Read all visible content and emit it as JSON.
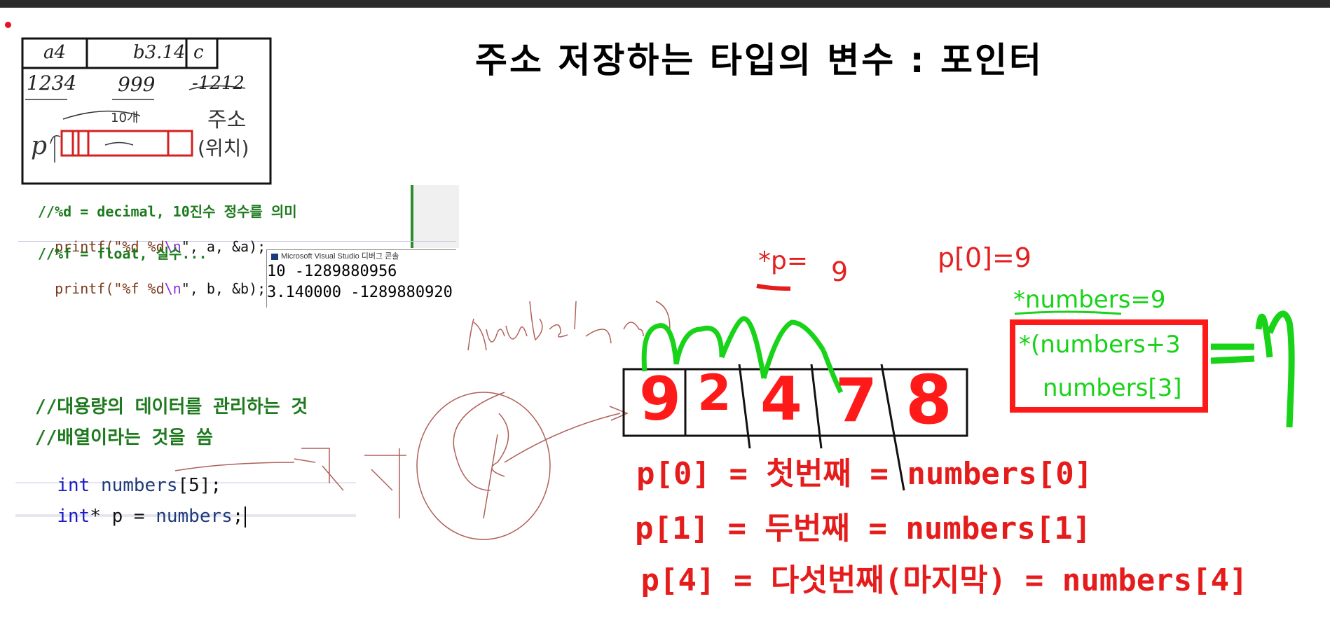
{
  "title": "주소 저장하는 타입의 변수 : 포인터",
  "memory_sketch": {
    "types": [
      "a4",
      "b3.14",
      "c"
    ],
    "values": [
      "1234",
      "999",
      "-1212"
    ],
    "length_note": "10개",
    "address_note": "주소",
    "location_note": "(위치)",
    "pointer_label": "p"
  },
  "code_top": {
    "comment1": "//%d = decimal, 10진수 정수를 의미",
    "printf1_fn": "printf(",
    "printf1_fmt": "\"%d %d",
    "printf1_esc": "\\n",
    "printf1_rest": "\", a, &a);",
    "comment2": "//%f = float, 실수...",
    "printf2_fn": "printf(",
    "printf2_fmt": "\"%f %d",
    "printf2_esc": "\\n",
    "printf2_rest": "\", b, &b);"
  },
  "console": {
    "title": "Microsoft Visual Studio 디버그 콘솔",
    "line1": "10 -1289880956",
    "line2": "3.140000 -1289880920"
  },
  "code_bottom": {
    "comment1": "//대용량의 데이터를 관리하는 것",
    "comment2": "//배열이라는 것을 씀",
    "line1_kw": "int",
    "line1_name": "numbers",
    "line1_rest": "[5];",
    "line2_kw": "int",
    "line2_rest": "* p = ",
    "line2_name": "numbers",
    "line2_end": ";"
  },
  "annotations": {
    "deref_p": "*p=",
    "deref_p_value": "9",
    "p0_value": "p[0]=9",
    "deref_numbers": "*numbers=9",
    "numbers_plus3": "*(numbers+3",
    "numbers3": "numbers[3]",
    "equals_seven": "=7",
    "handwritten_numbers": "numbers",
    "handwritten_katakana": "カケ"
  },
  "array_values": [
    "9",
    "2",
    "4",
    "7",
    "8"
  ],
  "red_lines": [
    "p[0] = 첫번째 = numbers[0]",
    "p[1] = 두번째 = numbers[1]",
    " p[4] = 다섯번째(마지막) = numbers[4]"
  ],
  "colors": {
    "red_ink": "#e51c1c",
    "green_ink": "#18d318",
    "brown_ink": "#b0605a",
    "code_green": "#1e7a1e",
    "code_blue": "#1a1ac8"
  }
}
